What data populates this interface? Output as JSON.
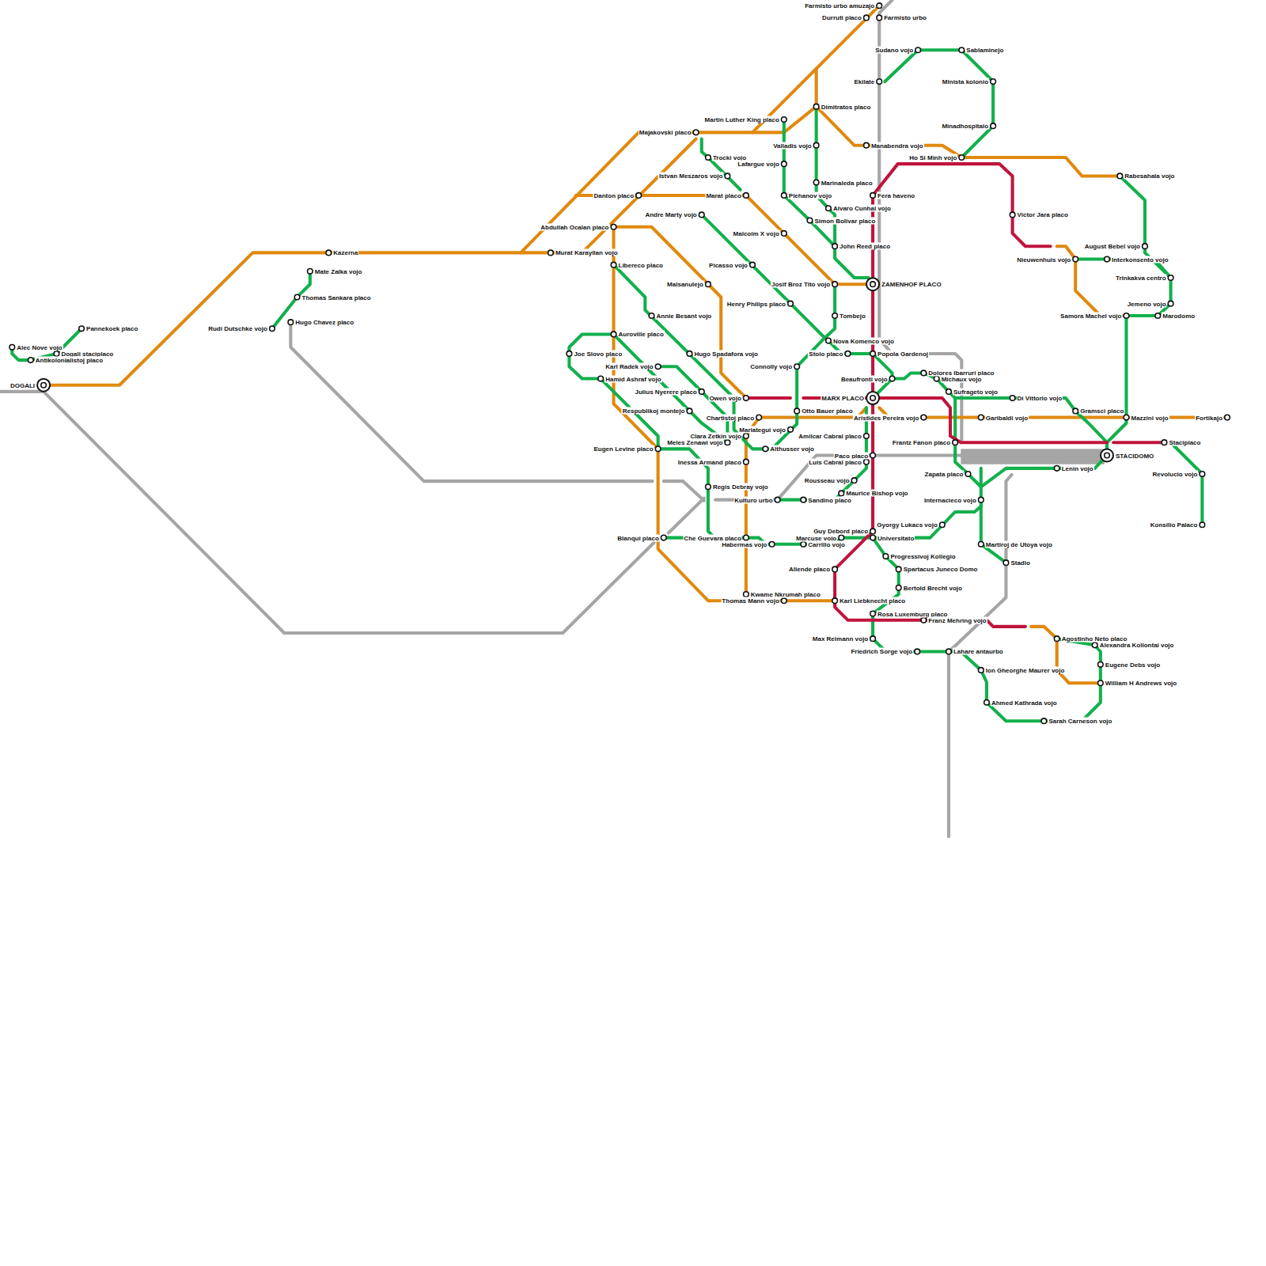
{
  "diagram": {
    "labels": [
      "Farmisto urbo amuzajo",
      "Durruti placo",
      "Farmisto urbo",
      "Sudano vojo",
      "Sablaminejo",
      "Ekilate",
      "Minista kolonio",
      "Minadhospitalo",
      "Dimitratos placo",
      "Martin Luther King placo",
      "Majakovski placo",
      "Valladis vojo",
      "Manabendra vojo",
      "Ho Si Minh vojo",
      "Trocki vojo",
      "Lafargue vojo",
      "Rabesahala vojo",
      "Istvan Meszaros vojo",
      "Marinaleda placo",
      "Danton placo",
      "Marat placo",
      "Plehanov vojo",
      "Fera haveno",
      "Alvaro Cunhal vojo",
      "Andre Marty vojo",
      "Victor Jara placo",
      "Simon Bolivar placo",
      "Abdullah Ocalan placo",
      "Malcolm X vojo",
      "Kazerna",
      "Murat Karayilan vojo",
      "August Bebel vojo",
      "John Reed placo",
      "Nieuwenhuis vojo",
      "Interkonsento vojo",
      "Libereco placo",
      "Picasso vojo",
      "Mate Zalka vojo",
      "Trinkakva centro",
      "Josif Broz Tito vojo",
      "ZAMENHOF PLACO",
      "Malsanulejo",
      "Thomas Sankara placo",
      "Henry Philips placo",
      "Jemeno vojo",
      "Annie Besant vojo",
      "Tombejo",
      "Samora Machel vojo",
      "Marodomo",
      "Hugo Chavez placo",
      "Rudi Dutschke vojo",
      "Pannekoek placo",
      "Auroville placo",
      "Nova Komenco vojo",
      "Alec Nove vojo",
      "Joe Slovo placo",
      "Hugo Spadafora vojo",
      "Dogali staciplaco",
      "Stolo placo",
      "Popola Gardenoj",
      "Antikolonialistoj placo",
      "Karl Radek vojo",
      "Connolly vojo",
      "Dolores Ibarruri placo",
      "Hamid Ashraf vojo",
      "Beaufronti vojo",
      "Michaux vojo",
      "DOGALI",
      "Julius Nyerere placo",
      "Sufrageto vojo",
      "Owen vojo",
      "MARX PLACO",
      "Di Vittorio vojo",
      "Respublikoj montejo",
      "Otto Bauer placo",
      "Gramsci placo",
      "Chartistoj placo",
      "Aristides Pereira vojo",
      "Garibaldi vojo",
      "Mazzini vojo",
      "Fortikajo",
      "Mariategui vojo",
      "Clara Zetkin vojo",
      "Amilcar Cabral placo",
      "Meles Zenawi vojo",
      "Althusser vojo",
      "Eugen Levine placo",
      "Frantz Fanon placo",
      "Staciplaco",
      "STACIDOMO",
      "Paco placo",
      "Inessa Armand placo",
      "Luis Cabral placo",
      "Lenin vojo",
      "Zapata placo",
      "Revolucio vojo",
      "Rousseau vojo",
      "Regis Debray vojo",
      "Maurice Bishop vojo",
      "Kulturo urbo",
      "Sandino placo",
      "Internacieco vojo",
      "Konsilio Palaco",
      "Gyorgy Lukacs vojo",
      "Guy Debord placo",
      "Blanqui placo",
      "Che Guevara placo",
      "Marcuse vojo",
      "Universitato",
      "Habermas vojo",
      "Carrillo vojo",
      "Martiroj de Utoya vojo",
      "Progressivoj Kollegio",
      "Stadio",
      "Allende placo",
      "Spartacus Juneco Domo",
      "Bertold Brecht vojo",
      "Kwame Nkrumah placo",
      "Thomas Mann vojo",
      "Karl Liebknecht placo",
      "Rosa Luxemburg placo",
      "Franz Mehring vojo",
      "Agostinho Neto placo",
      "Max Reimann vojo",
      "Alexandra Kollontai vojo",
      "Friedrich Sorge vojo",
      "Lahare antaurbo",
      "Eugene Debs vojo",
      "Ion Gheorghe Maurer vojo",
      "William H Andrews vojo",
      "Ahmed Kathrada vojo",
      "Sarah Carneson vojo"
    ]
  }
}
